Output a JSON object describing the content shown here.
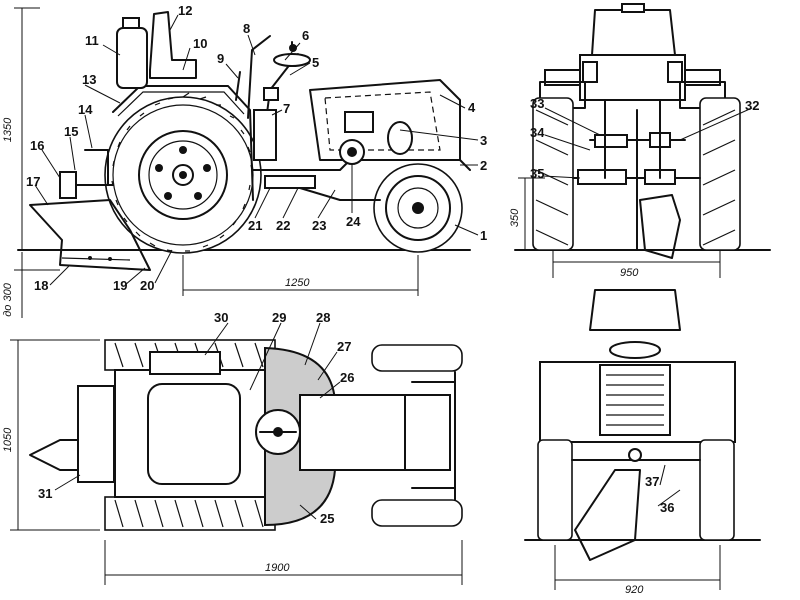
{
  "callouts": [
    {
      "id": "c1",
      "text": "1"
    },
    {
      "id": "c2",
      "text": "2"
    },
    {
      "id": "c3",
      "text": "3"
    },
    {
      "id": "c4",
      "text": "4"
    },
    {
      "id": "c5",
      "text": "5"
    },
    {
      "id": "c6",
      "text": "6"
    },
    {
      "id": "c7",
      "text": "7"
    },
    {
      "id": "c8",
      "text": "8"
    },
    {
      "id": "c9",
      "text": "9"
    },
    {
      "id": "c10",
      "text": "10"
    },
    {
      "id": "c11",
      "text": "11"
    },
    {
      "id": "c12",
      "text": "12"
    },
    {
      "id": "c13",
      "text": "13"
    },
    {
      "id": "c14",
      "text": "14"
    },
    {
      "id": "c15",
      "text": "15"
    },
    {
      "id": "c16",
      "text": "16"
    },
    {
      "id": "c17",
      "text": "17"
    },
    {
      "id": "c18",
      "text": "18"
    },
    {
      "id": "c19",
      "text": "19"
    },
    {
      "id": "c20",
      "text": "20"
    },
    {
      "id": "c21",
      "text": "21"
    },
    {
      "id": "c22",
      "text": "22"
    },
    {
      "id": "c23",
      "text": "23"
    },
    {
      "id": "c24",
      "text": "24"
    },
    {
      "id": "c25",
      "text": "25"
    },
    {
      "id": "c26",
      "text": "26"
    },
    {
      "id": "c27",
      "text": "27"
    },
    {
      "id": "c28",
      "text": "28"
    },
    {
      "id": "c29",
      "text": "29"
    },
    {
      "id": "c30",
      "text": "30"
    },
    {
      "id": "c31",
      "text": "31"
    },
    {
      "id": "c32",
      "text": "32"
    },
    {
      "id": "c33",
      "text": "33"
    },
    {
      "id": "c34",
      "text": "34"
    },
    {
      "id": "c35",
      "text": "35"
    },
    {
      "id": "c36",
      "text": "36"
    },
    {
      "id": "c37",
      "text": "37"
    }
  ],
  "dimensions": {
    "height_side": "1350",
    "wheelbase": "1250",
    "plough_depth": "до 300",
    "rear_track": "950",
    "rear_clearance": "350",
    "width_top": "1050",
    "length_top": "1900",
    "front_track": "920"
  }
}
